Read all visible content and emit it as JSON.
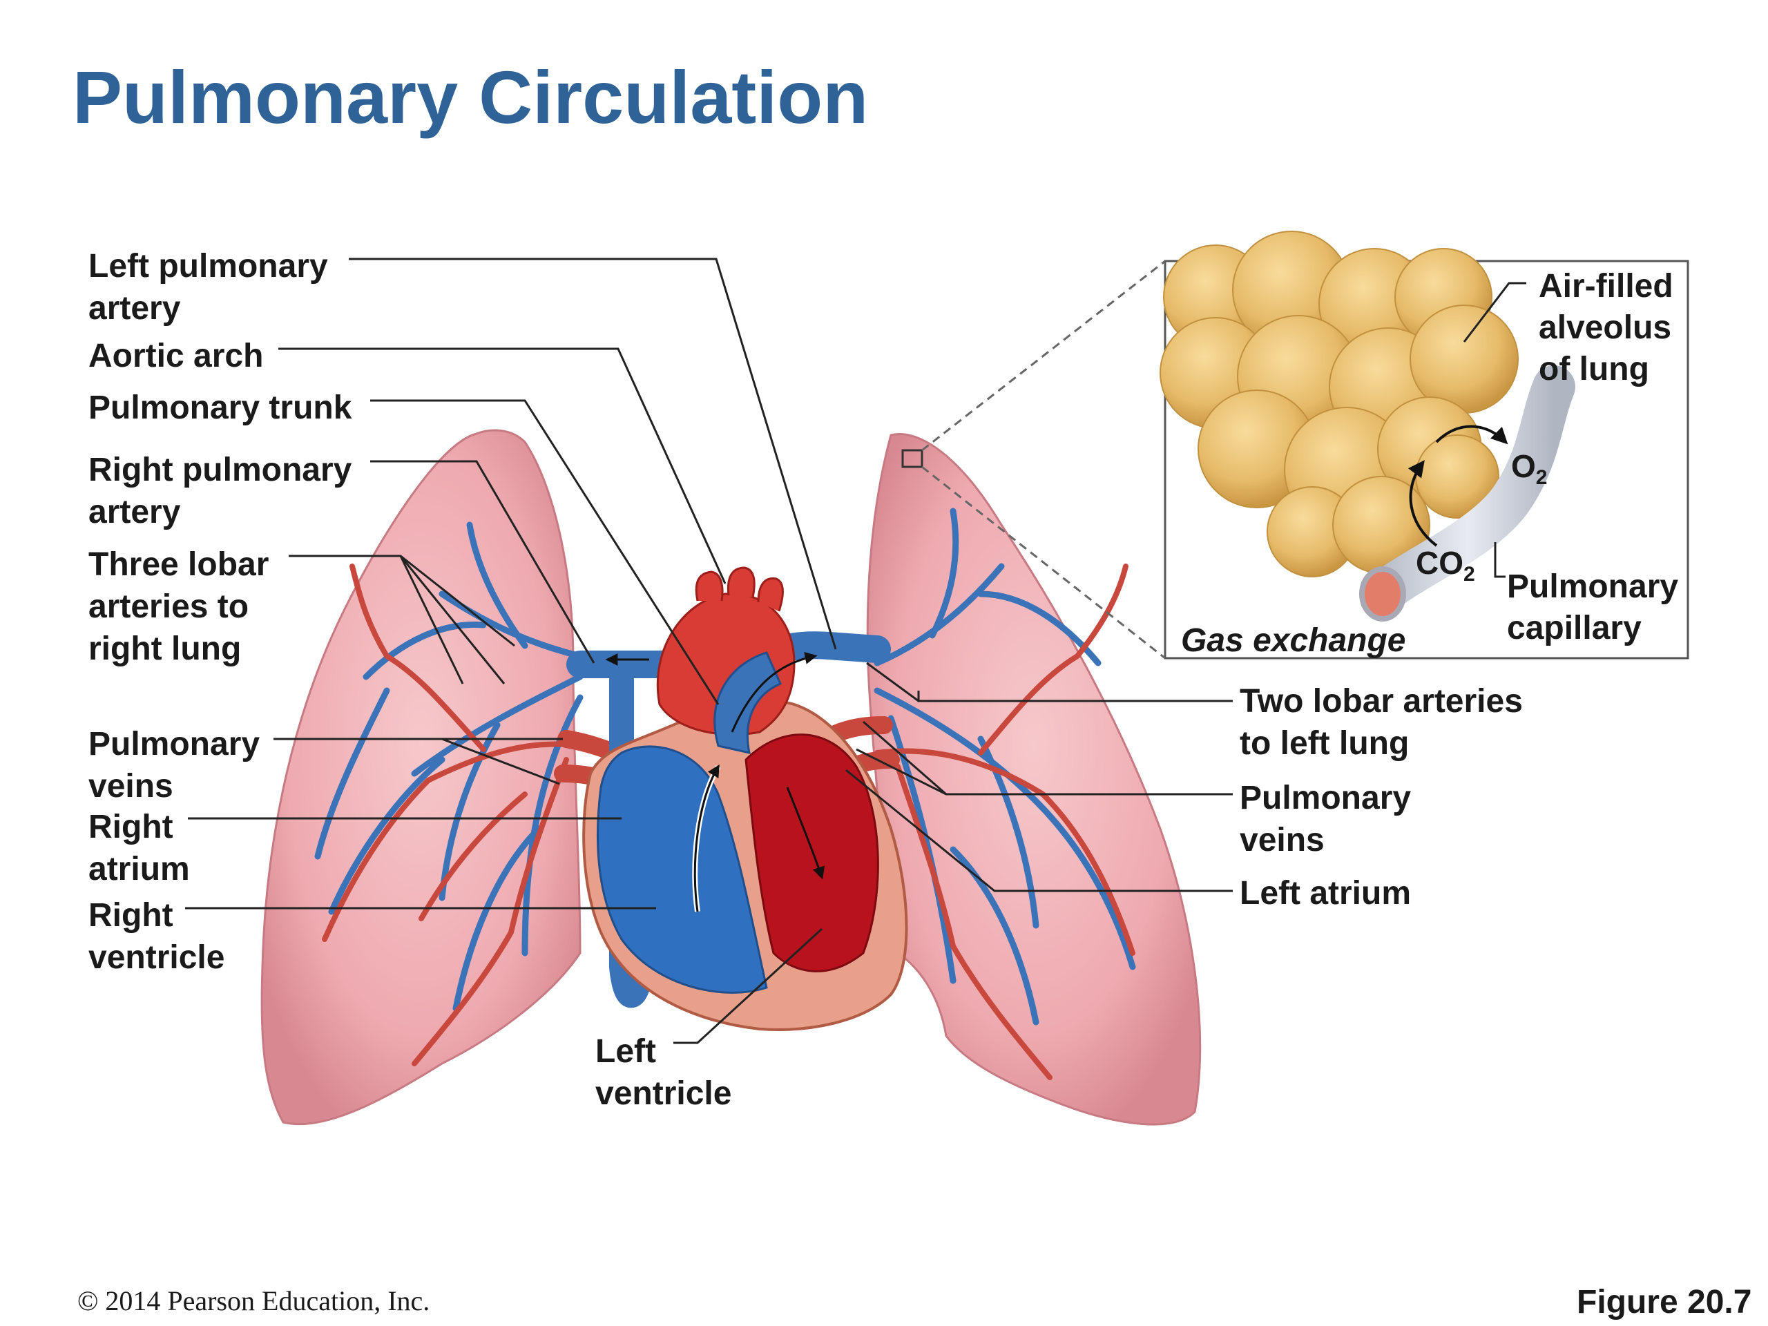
{
  "title": "Pulmonary Circulation",
  "labels_left": {
    "left_pulmonary_artery": [
      "Left pulmonary",
      "artery"
    ],
    "aortic_arch": [
      "Aortic arch"
    ],
    "pulmonary_trunk": [
      "Pulmonary trunk"
    ],
    "right_pulmonary_artery": [
      "Right pulmonary",
      "artery"
    ],
    "three_lobar_arteries": [
      "Three lobar",
      "arteries to",
      "right lung"
    ],
    "pulmonary_veins_left": [
      "Pulmonary",
      "veins"
    ],
    "right_atrium": [
      "Right",
      "atrium"
    ],
    "right_ventricle": [
      "Right",
      "ventricle"
    ],
    "left_ventricle": [
      "Left",
      "ventricle"
    ]
  },
  "labels_right": {
    "two_lobar_arteries": [
      "Two lobar arteries",
      "to left lung"
    ],
    "pulmonary_veins_right": [
      "Pulmonary",
      "veins"
    ],
    "left_atrium": [
      "Left atrium"
    ]
  },
  "inset": {
    "air_filled_alveolus": [
      "Air-filled",
      "alveolus",
      "of lung"
    ],
    "o2_base": "O",
    "o2_sub": "2",
    "co2_base": "CO",
    "co2_sub": "2",
    "pulmonary_capillary": [
      "Pulmonary",
      "capillary"
    ],
    "gas_exchange": "Gas exchange"
  },
  "footer": {
    "copyright": "© 2014 Pearson Education, Inc.",
    "figure": "Figure 20.7"
  },
  "colors": {
    "title": "#2f6397",
    "artery_blue": "#3a73b8",
    "vein_red": "#d5433a",
    "lung_pink": "#eeaab0",
    "alveolus": "#e6bb6a"
  }
}
